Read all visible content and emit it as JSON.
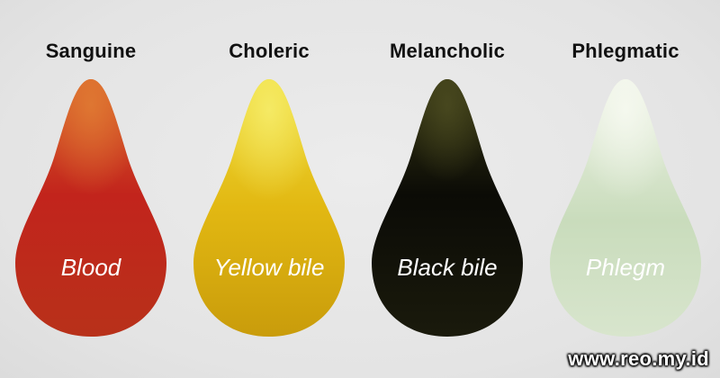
{
  "humors": [
    {
      "temperament": "Sanguine",
      "fluid": "Blood",
      "colors": {
        "top": "#d9652a",
        "mid": "#c2241c",
        "bottom": "#b8311a",
        "glow": "#e07a33",
        "text": "#ffffff"
      }
    },
    {
      "temperament": "Choleric",
      "fluid": "Yellow bile",
      "colors": {
        "top": "#efdd3b",
        "mid": "#e2b812",
        "bottom": "#c99c0b",
        "glow": "#f6ec6a",
        "text": "#ffffff"
      }
    },
    {
      "temperament": "Melancholic",
      "fluid": "Black bile",
      "colors": {
        "top": "#3a3a14",
        "mid": "#0b0b06",
        "bottom": "#1a1a0c",
        "glow": "#4a4a20",
        "text": "#ffffff"
      }
    },
    {
      "temperament": "Phlegmatic",
      "fluid": "Phlegm",
      "colors": {
        "top": "#eef3e6",
        "mid": "#c9dcbc",
        "bottom": "#d8e5cd",
        "glow": "#f6f9f0",
        "text": "#ffffff"
      }
    }
  ],
  "watermark": "www.reo.my.id"
}
